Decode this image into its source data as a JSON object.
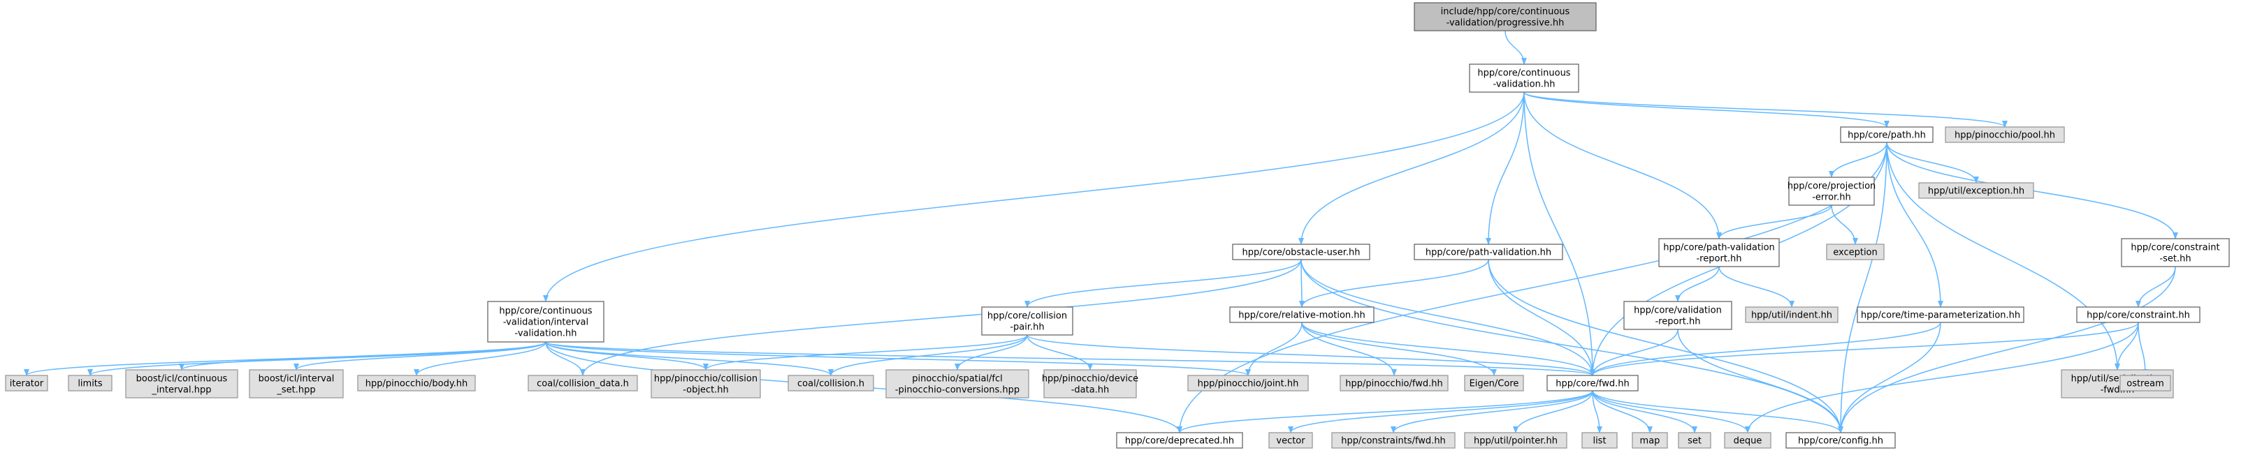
{
  "colors": {
    "root_fill": "#bfbfbf",
    "doc_fill": "#ffffff",
    "external_fill": "#e0e0e0",
    "border": "#666666",
    "external_border": "#999999",
    "edge": "#63b8ff",
    "text": "#000000"
  },
  "nodes": [
    {
      "id": "root",
      "kind": "root",
      "lines": [
        "include/hpp/core/continuous",
        "-validation/progressive.hh"
      ]
    },
    {
      "id": "cont_validation",
      "kind": "doc",
      "lines": [
        "hpp/core/continuous",
        "-validation.hh"
      ]
    },
    {
      "id": "path",
      "kind": "doc",
      "lines": [
        "hpp/core/path.hh"
      ]
    },
    {
      "id": "pinocchio_pool",
      "kind": "external",
      "lines": [
        "hpp/pinocchio/pool.hh"
      ]
    },
    {
      "id": "projection_error",
      "kind": "doc",
      "lines": [
        "hpp/core/projection",
        "-error.hh"
      ]
    },
    {
      "id": "util_exception",
      "kind": "external",
      "lines": [
        "hpp/util/exception.hh"
      ]
    },
    {
      "id": "exception",
      "kind": "external",
      "lines": [
        "exception"
      ]
    },
    {
      "id": "constraint_set",
      "kind": "doc",
      "lines": [
        "hpp/core/constraint",
        "-set.hh"
      ]
    },
    {
      "id": "obstacle_user",
      "kind": "doc",
      "lines": [
        "hpp/core/obstacle-user.hh"
      ]
    },
    {
      "id": "path_validation",
      "kind": "doc",
      "lines": [
        "hpp/core/path-validation.hh"
      ]
    },
    {
      "id": "pv_report",
      "kind": "doc",
      "lines": [
        "hpp/core/path-validation",
        "-report.hh"
      ]
    },
    {
      "id": "util_indent",
      "kind": "external",
      "lines": [
        "hpp/util/indent.hh"
      ]
    },
    {
      "id": "validation_report",
      "kind": "doc",
      "lines": [
        "hpp/core/validation",
        "-report.hh"
      ]
    },
    {
      "id": "time_param",
      "kind": "doc",
      "lines": [
        "hpp/core/time-parameterization.hh"
      ]
    },
    {
      "id": "constraint",
      "kind": "doc",
      "lines": [
        "hpp/core/constraint.hh"
      ]
    },
    {
      "id": "interval_validation",
      "kind": "doc",
      "lines": [
        "hpp/core/continuous",
        "-validation/interval",
        "-validation.hh"
      ]
    },
    {
      "id": "collision_pair",
      "kind": "doc",
      "lines": [
        "hpp/core/collision",
        "-pair.hh"
      ]
    },
    {
      "id": "relative_motion",
      "kind": "doc",
      "lines": [
        "hpp/core/relative-motion.hh"
      ]
    },
    {
      "id": "iterator",
      "kind": "external",
      "lines": [
        "iterator"
      ]
    },
    {
      "id": "limits",
      "kind": "external",
      "lines": [
        "limits"
      ]
    },
    {
      "id": "boost_ci",
      "kind": "external",
      "lines": [
        "boost/icl/continuous",
        "_interval.hpp"
      ]
    },
    {
      "id": "boost_is",
      "kind": "external",
      "lines": [
        "boost/icl/interval",
        "_set.hpp"
      ]
    },
    {
      "id": "pin_body",
      "kind": "external",
      "lines": [
        "hpp/pinocchio/body.hh"
      ]
    },
    {
      "id": "coal_cd",
      "kind": "external",
      "lines": [
        "coal/collision_data.h"
      ]
    },
    {
      "id": "pin_co",
      "kind": "external",
      "lines": [
        "hpp/pinocchio/collision",
        "-object.hh"
      ]
    },
    {
      "id": "coal_c",
      "kind": "external",
      "lines": [
        "coal/collision.h"
      ]
    },
    {
      "id": "pin_spatial",
      "kind": "external",
      "lines": [
        "pinocchio/spatial/fcl",
        "-pinocchio-conversions.hpp"
      ]
    },
    {
      "id": "pin_device",
      "kind": "external",
      "lines": [
        "hpp/pinocchio/device",
        "-data.hh"
      ]
    },
    {
      "id": "pin_joint",
      "kind": "external",
      "lines": [
        "hpp/pinocchio/joint.hh"
      ]
    },
    {
      "id": "pin_fwd",
      "kind": "external",
      "lines": [
        "hpp/pinocchio/fwd.hh"
      ]
    },
    {
      "id": "eigen",
      "kind": "external",
      "lines": [
        "Eigen/Core"
      ]
    },
    {
      "id": "fwd",
      "kind": "doc",
      "lines": [
        "hpp/core/fwd.hh"
      ]
    },
    {
      "id": "util_ser",
      "kind": "external",
      "lines": [
        "hpp/util/serialization",
        "-fwd.hh"
      ]
    },
    {
      "id": "ostream",
      "kind": "external",
      "lines": [
        "ostream"
      ]
    },
    {
      "id": "deprecated",
      "kind": "doc",
      "lines": [
        "hpp/core/deprecated.hh"
      ]
    },
    {
      "id": "vector",
      "kind": "external",
      "lines": [
        "vector"
      ]
    },
    {
      "id": "constraints_fwd",
      "kind": "external",
      "lines": [
        "hpp/constraints/fwd.hh"
      ]
    },
    {
      "id": "util_pointer",
      "kind": "external",
      "lines": [
        "hpp/util/pointer.hh"
      ]
    },
    {
      "id": "list",
      "kind": "external",
      "lines": [
        "list"
      ]
    },
    {
      "id": "map",
      "kind": "external",
      "lines": [
        "map"
      ]
    },
    {
      "id": "set",
      "kind": "external",
      "lines": [
        "set"
      ]
    },
    {
      "id": "deque",
      "kind": "external",
      "lines": [
        "deque"
      ]
    },
    {
      "id": "config",
      "kind": "doc",
      "lines": [
        "hpp/core/config.hh"
      ]
    }
  ],
  "edges": [
    [
      "root",
      "cont_validation"
    ],
    [
      "cont_validation",
      "path"
    ],
    [
      "cont_validation",
      "pinocchio_pool"
    ],
    [
      "cont_validation",
      "obstacle_user"
    ],
    [
      "cont_validation",
      "path_validation"
    ],
    [
      "cont_validation",
      "pv_report"
    ],
    [
      "cont_validation",
      "interval_validation"
    ],
    [
      "cont_validation",
      "fwd"
    ],
    [
      "path",
      "projection_error"
    ],
    [
      "path",
      "util_exception"
    ],
    [
      "path",
      "constraint_set"
    ],
    [
      "path",
      "time_param"
    ],
    [
      "path",
      "util_ser"
    ],
    [
      "path",
      "fwd"
    ],
    [
      "path",
      "deprecated"
    ],
    [
      "path",
      "config"
    ],
    [
      "projection_error",
      "exception"
    ],
    [
      "projection_error",
      "pv_report"
    ],
    [
      "pv_report",
      "util_indent"
    ],
    [
      "pv_report",
      "validation_report"
    ],
    [
      "validation_report",
      "fwd"
    ],
    [
      "validation_report",
      "config"
    ],
    [
      "constraint_set",
      "constraint"
    ],
    [
      "constraint_set",
      "config"
    ],
    [
      "constraint",
      "util_ser"
    ],
    [
      "constraint",
      "ostream"
    ],
    [
      "constraint",
      "fwd"
    ],
    [
      "constraint",
      "deque"
    ],
    [
      "time_param",
      "fwd"
    ],
    [
      "time_param",
      "config"
    ],
    [
      "obstacle_user",
      "collision_pair"
    ],
    [
      "obstacle_user",
      "relative_motion"
    ],
    [
      "obstacle_user",
      "coal_cd"
    ],
    [
      "obstacle_user",
      "fwd"
    ],
    [
      "obstacle_user",
      "config"
    ],
    [
      "path_validation",
      "relative_motion"
    ],
    [
      "path_validation",
      "fwd"
    ],
    [
      "path_validation",
      "config"
    ],
    [
      "interval_validation",
      "iterator"
    ],
    [
      "interval_validation",
      "limits"
    ],
    [
      "interval_validation",
      "boost_ci"
    ],
    [
      "interval_validation",
      "boost_is"
    ],
    [
      "interval_validation",
      "pin_body"
    ],
    [
      "interval_validation",
      "coal_cd"
    ],
    [
      "interval_validation",
      "pin_co"
    ],
    [
      "interval_validation",
      "coal_c"
    ],
    [
      "interval_validation",
      "pin_joint"
    ],
    [
      "interval_validation",
      "fwd"
    ],
    [
      "interval_validation",
      "deprecated"
    ],
    [
      "collision_pair",
      "pin_co"
    ],
    [
      "collision_pair",
      "coal_c"
    ],
    [
      "collision_pair",
      "pin_spatial"
    ],
    [
      "collision_pair",
      "pin_device"
    ],
    [
      "collision_pair",
      "fwd"
    ],
    [
      "relative_motion",
      "pin_joint"
    ],
    [
      "relative_motion",
      "pin_fwd"
    ],
    [
      "relative_motion",
      "eigen"
    ],
    [
      "relative_motion",
      "fwd"
    ],
    [
      "fwd",
      "deprecated"
    ],
    [
      "fwd",
      "vector"
    ],
    [
      "fwd",
      "constraints_fwd"
    ],
    [
      "fwd",
      "util_pointer"
    ],
    [
      "fwd",
      "list"
    ],
    [
      "fwd",
      "map"
    ],
    [
      "fwd",
      "set"
    ],
    [
      "fwd",
      "deque"
    ],
    [
      "fwd",
      "config"
    ]
  ]
}
